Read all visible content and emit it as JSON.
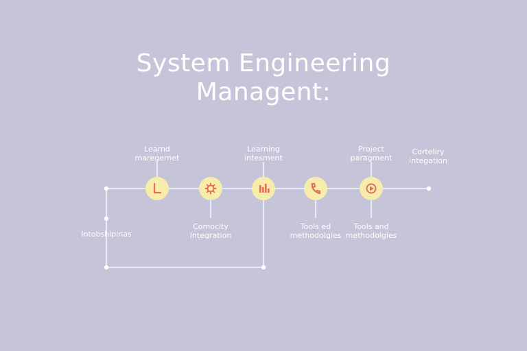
{
  "title": {
    "line1": "System Engineering",
    "line2": "Managent:"
  },
  "colors": {
    "background": "#c5c4d9",
    "line": "#ffffff",
    "node_fill": "#f7ecaa",
    "icon": "#e0705c",
    "text": "#ffffff"
  },
  "nodes": [
    {
      "icon": "boot-icon"
    },
    {
      "icon": "gear-icon"
    },
    {
      "icon": "chart-icon"
    },
    {
      "icon": "phone-icon"
    },
    {
      "icon": "play-icon"
    }
  ],
  "labels": {
    "learnd_management": [
      "Learnd",
      "maregernet"
    ],
    "learning_intesment": [
      "Learning",
      "intesment"
    ],
    "project_paragment": [
      "Project",
      "paragment"
    ],
    "corteliry_integation": [
      "Corteliry",
      "integation"
    ],
    "intobshipinas": [
      "Intobshipinas"
    ],
    "comocity_integration": [
      "Comocity",
      "Integration"
    ],
    "tools_methodolgies": [
      "Tools ed",
      "methodolgies"
    ],
    "tools_and_methodologies": [
      "Tools and",
      "methodolgies"
    ]
  }
}
